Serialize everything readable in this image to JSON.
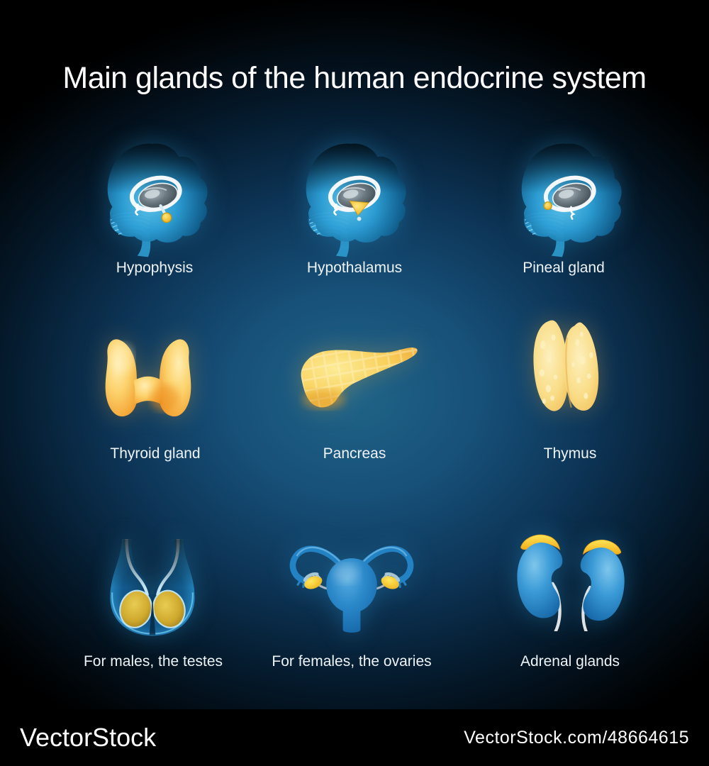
{
  "title": "Main glands of the human endocrine system",
  "glands": [
    {
      "label": "Hypophysis"
    },
    {
      "label": "Hypothalamus"
    },
    {
      "label": "Pineal gland"
    },
    {
      "label": "Thyroid gland"
    },
    {
      "label": "Pancreas"
    },
    {
      "label": "Thymus"
    },
    {
      "label": "For males, the testes"
    },
    {
      "label": "For females, the ovaries"
    },
    {
      "label": "Adrenal glands"
    }
  ],
  "footer": {
    "brand": "VectorStock",
    "credit": "VectorStock.com/48664615"
  },
  "colors": {
    "background_center": "#1d5b83",
    "background_edge": "#010408",
    "brain_blue": "#2d9fd6",
    "gland_yellow": "#f7c648",
    "organ_blue": "#2a88c9",
    "label_text": "#eef3f6"
  }
}
